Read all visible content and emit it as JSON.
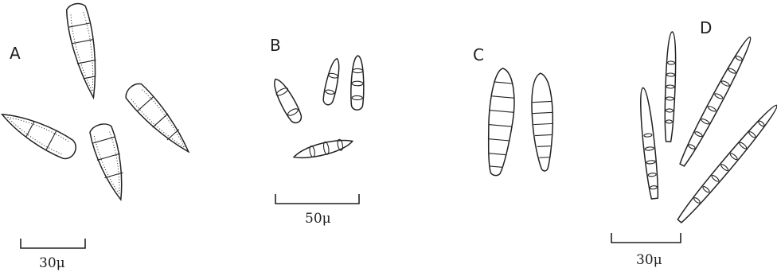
{
  "panels": {
    "a": {
      "label": "A",
      "scale_bar_label": "30μ"
    },
    "b": {
      "label": "B",
      "scale_bar_label": "50μ"
    },
    "c": {
      "label": "C"
    },
    "d": {
      "label": "D",
      "scale_bar_label": "30μ"
    }
  },
  "colors": {
    "ink": "#222222",
    "background": "#ffffff"
  }
}
